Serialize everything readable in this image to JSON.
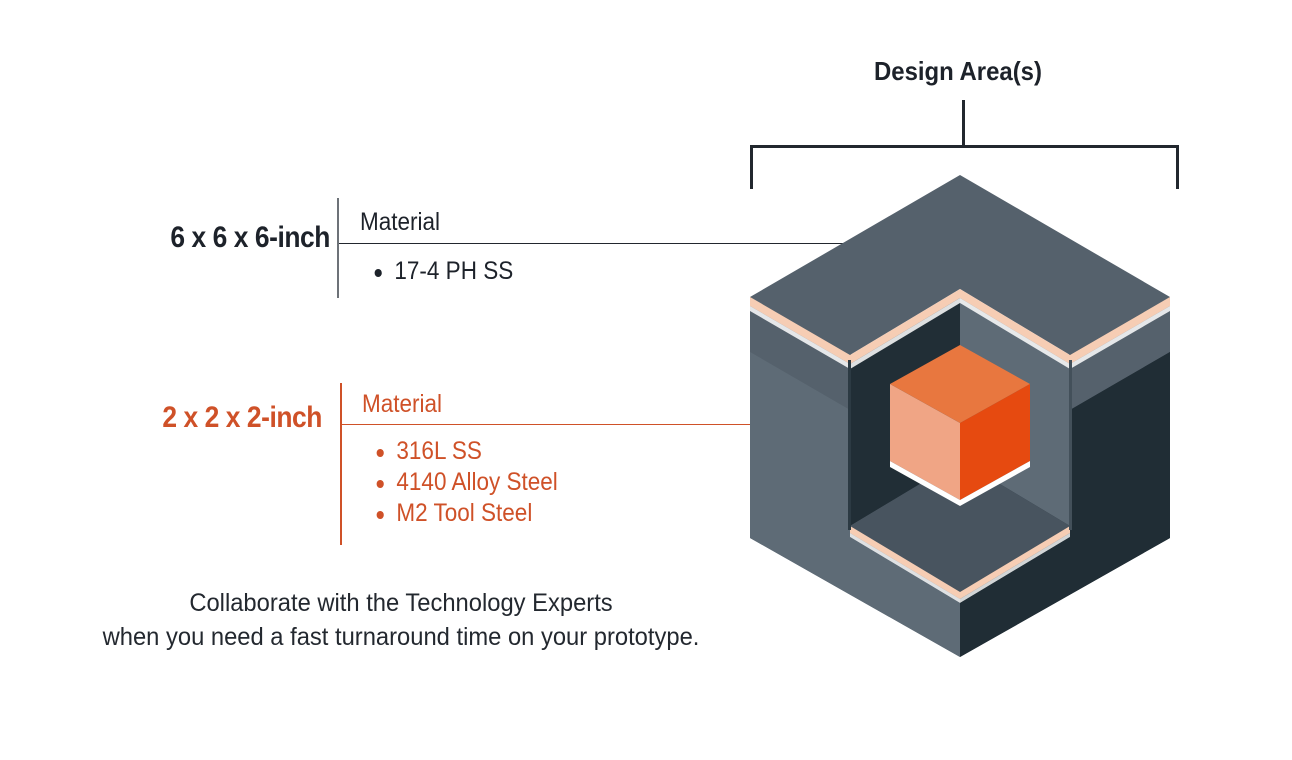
{
  "title": "Design Area(s)",
  "caption": {
    "line1": "Collaborate with the Technology Experts",
    "line2": "when you need a fast turnaround time on your prototype."
  },
  "outer": {
    "dimension": "6 x 6 x 6-inch",
    "material_heading": "Material",
    "materials": [
      "17-4 PH SS"
    ],
    "color": "#1d222a"
  },
  "inner": {
    "dimension": "2 x 2 x 2-inch",
    "material_heading": "Material",
    "materials": [
      "316L SS",
      "4140 Alloy Steel",
      "M2 Tool Steel"
    ],
    "color": "#cf5128"
  },
  "colors": {
    "outer_top": "#55616c",
    "outer_left": "#5e6b76",
    "outer_right": "#202d35",
    "chamber_back_left": "#212e36",
    "chamber_back_right": "#5e6b76",
    "chamber_floor": "#48545f",
    "rim": "#f6cdb4",
    "rim_highlight": "#ffffff",
    "inner_top": "#e8773f",
    "inner_left": "#f0a585",
    "inner_right": "#e64a10",
    "leader_dark": "#22272e",
    "leader_orange": "#cf5128"
  }
}
